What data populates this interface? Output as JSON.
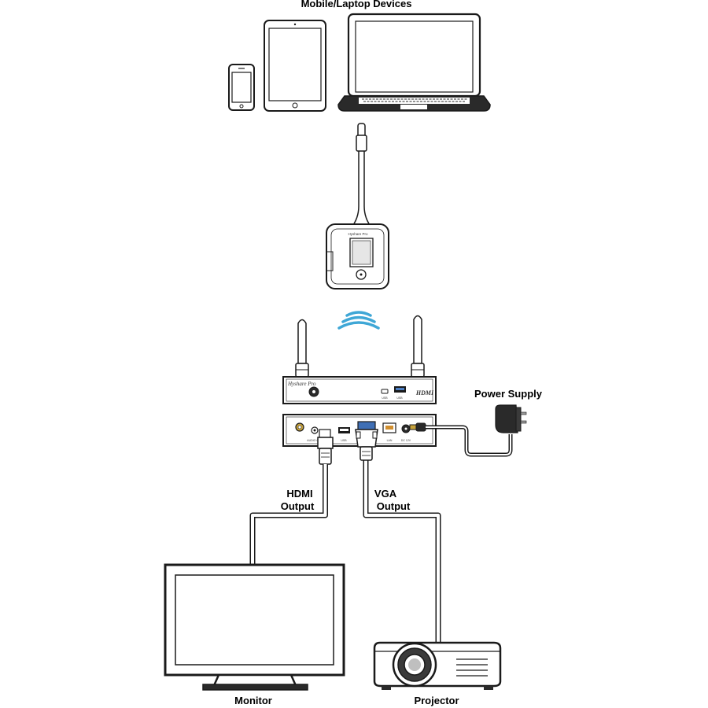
{
  "labels": {
    "devices": "Mobile/Laptop Devices",
    "power_supply": "Power Supply",
    "hdmi_output_line1": "HDMI",
    "hdmi_output_line2": "Output",
    "vga_output_line1": "VGA",
    "vga_output_line2": "Output",
    "monitor": "Monitor",
    "projector": "Projector"
  },
  "device_text": {
    "dongle_brand": "Hyshare Pro",
    "receiver_brand": "Hyshare Pro",
    "front_usb": "USB",
    "front_usb2": "USB",
    "front_hdmi_logo": "HDMI",
    "rear_audio": "AUDIO OUT",
    "rear_usb": "USB",
    "rear_lan": "LAN",
    "rear_dc": "DC 12V"
  },
  "icons": {
    "phone": "smartphone-icon",
    "tablet": "tablet-icon",
    "laptop": "laptop-icon",
    "dongle": "wireless-dongle-icon",
    "wifi": "wifi-signal-icon",
    "receiver": "receiver-box-icon",
    "adapter": "power-adapter-icon",
    "monitor": "monitor-icon",
    "projector": "projector-icon"
  },
  "colors": {
    "line": "#1a1a1a",
    "wifi": "#3fa7d6",
    "vga_port": "#3f6fb5",
    "power_tip": "#c8a33a"
  }
}
